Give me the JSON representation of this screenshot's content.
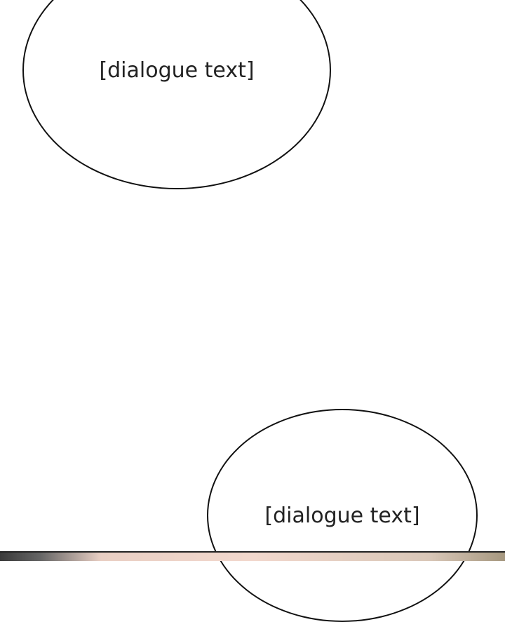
{
  "panel": {
    "background": "#ffffff",
    "bubbles": [
      {
        "id": "top-left",
        "text": "[dialogue text]"
      },
      {
        "id": "bottom-right",
        "text": "[dialogue text]"
      }
    ],
    "bottom_strip": "partial illustrated art panel (cropped)"
  }
}
